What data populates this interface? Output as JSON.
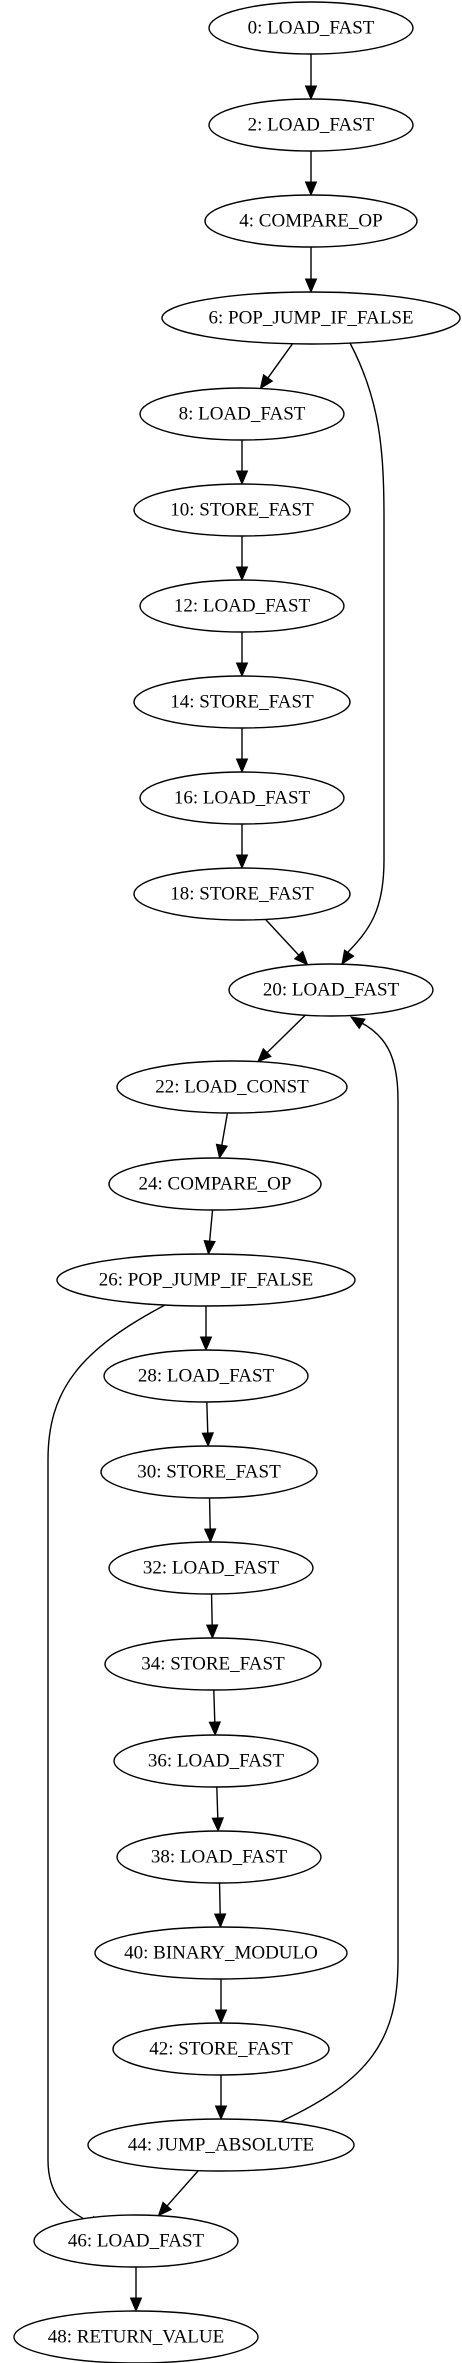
{
  "graph": {
    "nodes": [
      {
        "id": "n0",
        "label": "0: LOAD_FAST"
      },
      {
        "id": "n2",
        "label": "2: LOAD_FAST"
      },
      {
        "id": "n4",
        "label": "4: COMPARE_OP"
      },
      {
        "id": "n6",
        "label": "6: POP_JUMP_IF_FALSE"
      },
      {
        "id": "n8",
        "label": "8: LOAD_FAST"
      },
      {
        "id": "n10",
        "label": "10: STORE_FAST"
      },
      {
        "id": "n12",
        "label": "12: LOAD_FAST"
      },
      {
        "id": "n14",
        "label": "14: STORE_FAST"
      },
      {
        "id": "n16",
        "label": "16: LOAD_FAST"
      },
      {
        "id": "n18",
        "label": "18: STORE_FAST"
      },
      {
        "id": "n20",
        "label": "20: LOAD_FAST"
      },
      {
        "id": "n22",
        "label": "22: LOAD_CONST"
      },
      {
        "id": "n24",
        "label": "24: COMPARE_OP"
      },
      {
        "id": "n26",
        "label": "26: POP_JUMP_IF_FALSE"
      },
      {
        "id": "n28",
        "label": "28: LOAD_FAST"
      },
      {
        "id": "n30",
        "label": "30: STORE_FAST"
      },
      {
        "id": "n32",
        "label": "32: LOAD_FAST"
      },
      {
        "id": "n34",
        "label": "34: STORE_FAST"
      },
      {
        "id": "n36",
        "label": "36: LOAD_FAST"
      },
      {
        "id": "n38",
        "label": "38: LOAD_FAST"
      },
      {
        "id": "n40",
        "label": "40: BINARY_MODULO"
      },
      {
        "id": "n42",
        "label": "42: STORE_FAST"
      },
      {
        "id": "n44",
        "label": "44: JUMP_ABSOLUTE"
      },
      {
        "id": "n46",
        "label": "46: LOAD_FAST"
      },
      {
        "id": "n48",
        "label": "48: RETURN_VALUE"
      }
    ],
    "edges": [
      {
        "from": "n0",
        "to": "n2"
      },
      {
        "from": "n2",
        "to": "n4"
      },
      {
        "from": "n4",
        "to": "n6"
      },
      {
        "from": "n6",
        "to": "n8"
      },
      {
        "from": "n6",
        "to": "n20"
      },
      {
        "from": "n8",
        "to": "n10"
      },
      {
        "from": "n10",
        "to": "n12"
      },
      {
        "from": "n12",
        "to": "n14"
      },
      {
        "from": "n14",
        "to": "n16"
      },
      {
        "from": "n16",
        "to": "n18"
      },
      {
        "from": "n18",
        "to": "n20"
      },
      {
        "from": "n20",
        "to": "n22"
      },
      {
        "from": "n22",
        "to": "n24"
      },
      {
        "from": "n24",
        "to": "n26"
      },
      {
        "from": "n26",
        "to": "n28"
      },
      {
        "from": "n26",
        "to": "n46"
      },
      {
        "from": "n28",
        "to": "n30"
      },
      {
        "from": "n30",
        "to": "n32"
      },
      {
        "from": "n32",
        "to": "n34"
      },
      {
        "from": "n34",
        "to": "n36"
      },
      {
        "from": "n36",
        "to": "n38"
      },
      {
        "from": "n38",
        "to": "n40"
      },
      {
        "from": "n40",
        "to": "n42"
      },
      {
        "from": "n42",
        "to": "n44"
      },
      {
        "from": "n44",
        "to": "n46"
      },
      {
        "from": "n44",
        "to": "n20"
      },
      {
        "from": "n46",
        "to": "n48"
      }
    ]
  }
}
